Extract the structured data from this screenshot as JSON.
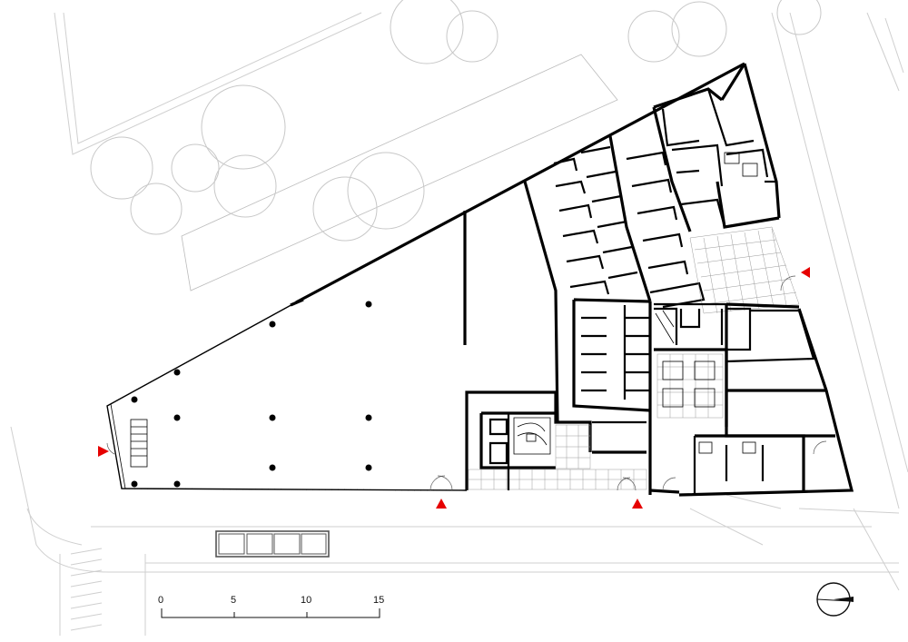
{
  "scale_bar": {
    "labels": [
      "0",
      "5",
      "10",
      "15"
    ]
  },
  "icons": {
    "entrances": "triangle-marker-icon",
    "north": "north-arrow-icon"
  },
  "colors": {
    "entrance": "#e60000",
    "walls": "#000000",
    "context": "#cfcfcf"
  }
}
